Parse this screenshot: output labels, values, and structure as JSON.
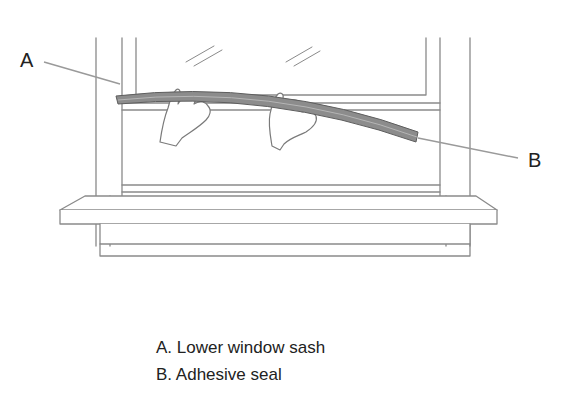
{
  "diagram": {
    "labels": [
      "A",
      "B",
      "A. Lower window sash",
      "B. Adhesive seal"
    ]
  }
}
